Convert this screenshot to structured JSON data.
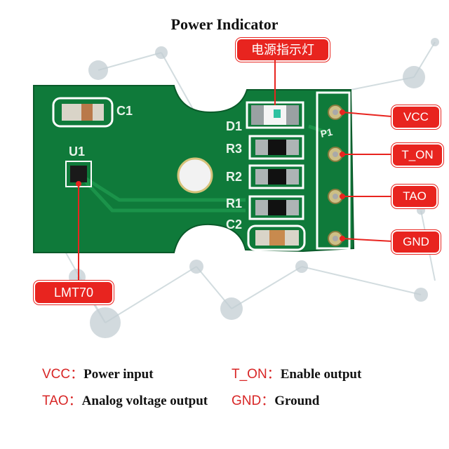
{
  "title": "Power Indicator",
  "callouts": {
    "power_indicator_cn": "电源指示灯",
    "lmt70": "LMT70",
    "pins": [
      "VCC",
      "T_ON",
      "TAO",
      "GND"
    ]
  },
  "board_labels": {
    "c1": "C1",
    "u1": "U1",
    "d1": "D1",
    "r3": "R3",
    "r2": "R2",
    "r1": "R1",
    "c2": "C2",
    "p1": "P1"
  },
  "legend": [
    {
      "key": "VCC：",
      "value": "Power input"
    },
    {
      "key": "T_ON：",
      "value": "Enable output"
    },
    {
      "key": "TAO：",
      "value": "Analog voltage output"
    },
    {
      "key": "GND：",
      "value": "Ground"
    }
  ],
  "colors": {
    "pcb": "#0f7a3a",
    "callout_red": "#e8241f",
    "legend_key": "#d82626"
  }
}
